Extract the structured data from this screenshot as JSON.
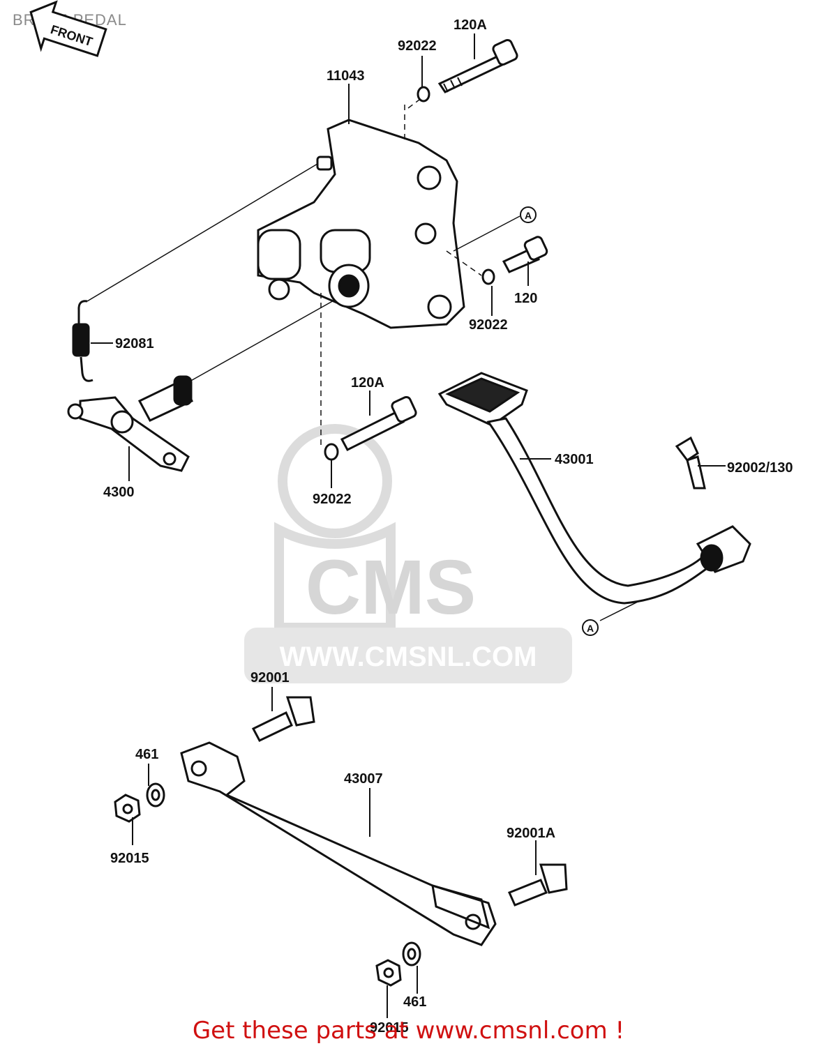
{
  "page": {
    "title": "BRAKE PEDAL",
    "footer": "Get these parts at www.cmsnl.com !"
  },
  "front_arrow": {
    "label": "FRONT"
  },
  "watermark": {
    "logo_text": "CMS",
    "url_text": "WWW.CMSNL.COM"
  },
  "reference_marks": [
    "A",
    "A"
  ],
  "callouts": {
    "c_120A_top": "120A",
    "c_92022_top": "92022",
    "c_11043": "11043",
    "c_120": "120",
    "c_92022_right": "92022",
    "c_92081": "92081",
    "c_120A_mid": "120A",
    "c_4300": "4300",
    "c_92022_mid": "92022",
    "c_43001": "43001",
    "c_92002_130": "92002/130",
    "c_92001": "92001",
    "c_461_left": "461",
    "c_43007": "43007",
    "c_92015_left": "92015",
    "c_92001A": "92001A",
    "c_461_bottom": "461",
    "c_92015_bottom": "92015"
  },
  "colors": {
    "line": "#111111",
    "footer": "#d01010",
    "watermark": "#d9d9d9",
    "title": "#8a8a8a"
  }
}
